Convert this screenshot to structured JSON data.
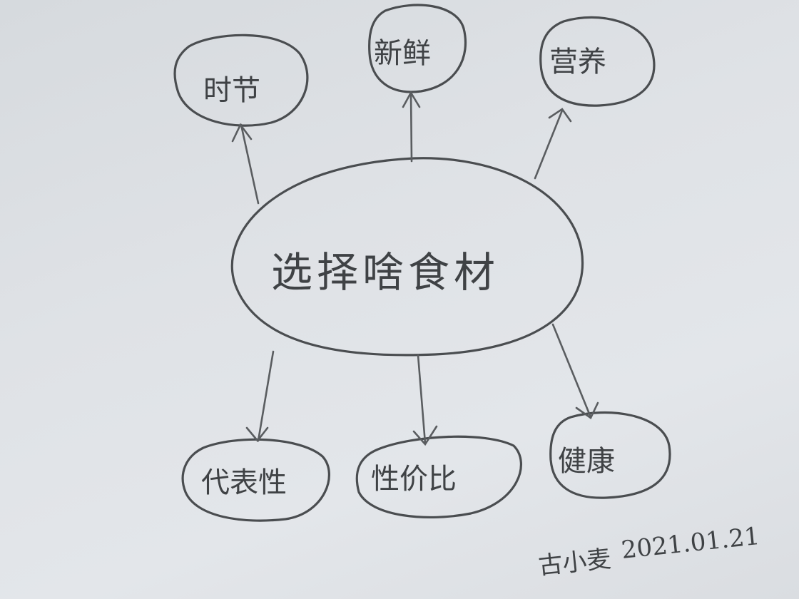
{
  "diagram": {
    "type": "mind-map",
    "medium": "pencil sketch on paper",
    "colors": {
      "paper": "#dfe2e6",
      "pencil": "#4a4d50"
    },
    "center": {
      "label": "选择啥食材"
    },
    "nodes": [
      {
        "id": "seasonal",
        "label": "时节",
        "position": "top-left"
      },
      {
        "id": "freshness",
        "label": "新鲜",
        "position": "top-center"
      },
      {
        "id": "nutrition",
        "label": "营养",
        "position": "top-right"
      },
      {
        "id": "representative",
        "label": "代表性",
        "position": "bottom-left"
      },
      {
        "id": "value",
        "label": "性价比",
        "position": "bottom-center"
      },
      {
        "id": "health",
        "label": "健康",
        "position": "bottom-right"
      }
    ],
    "edges": [
      {
        "from": "center",
        "to": "seasonal"
      },
      {
        "from": "center",
        "to": "freshness"
      },
      {
        "from": "center",
        "to": "nutrition"
      },
      {
        "from": "center",
        "to": "representative"
      },
      {
        "from": "center",
        "to": "value"
      },
      {
        "from": "center",
        "to": "health"
      }
    ],
    "signature": {
      "name": "古小麦",
      "date": "2021.01.21"
    }
  }
}
